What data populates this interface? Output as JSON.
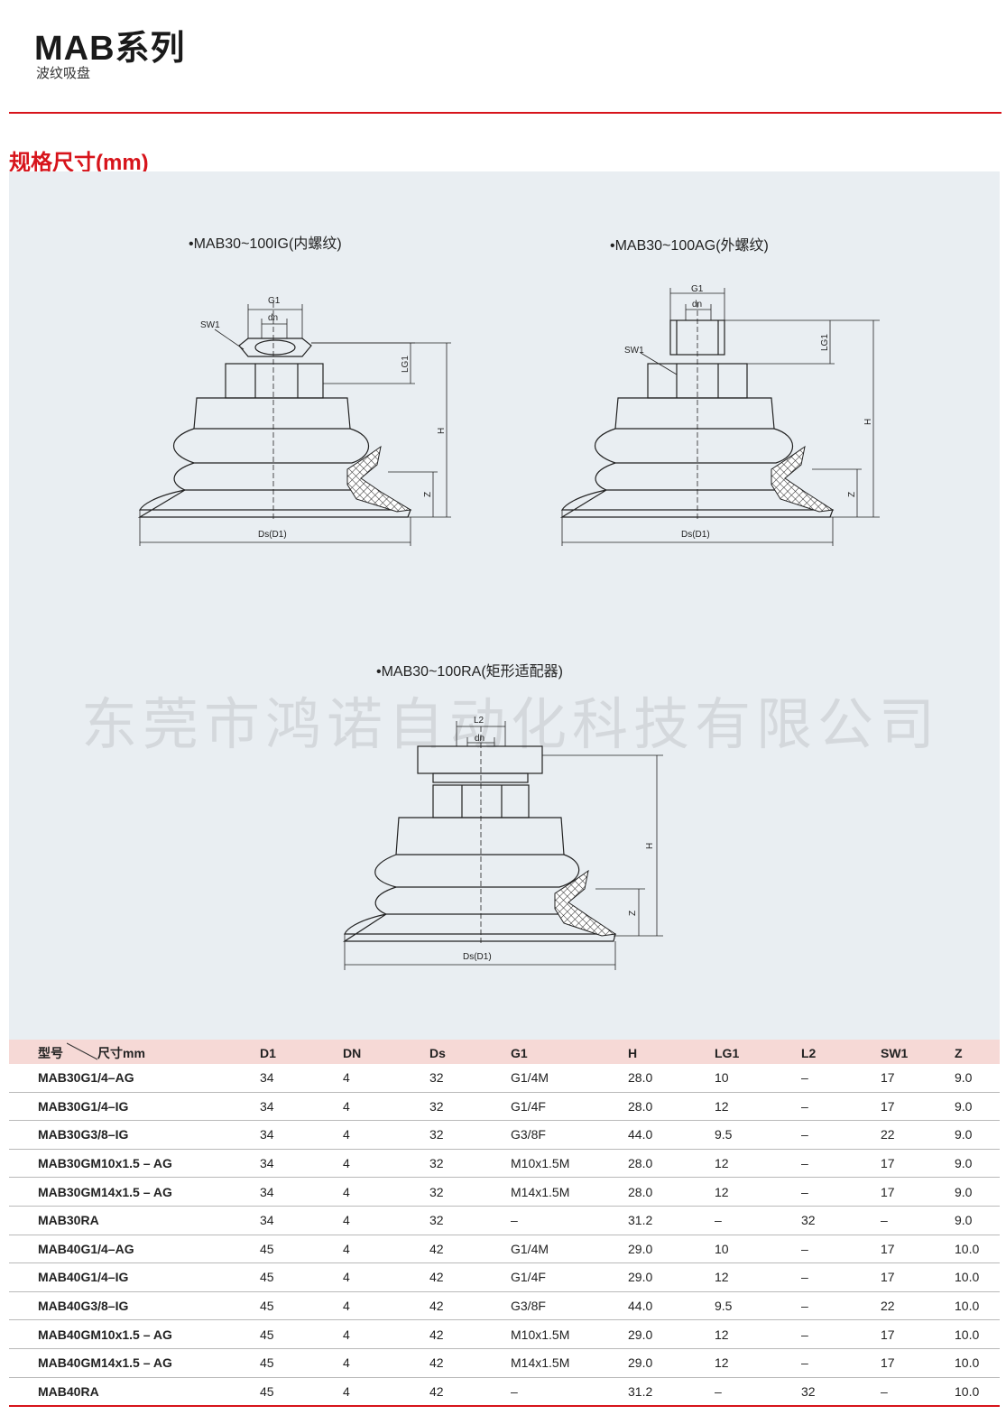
{
  "header": {
    "title": "MAB系列",
    "subtitle": "波纹吸盘"
  },
  "section_title": "规格尺寸(mm)",
  "diagrams": {
    "ig": {
      "caption": "•MAB30~100IG(内螺纹)",
      "labels": {
        "g1": "G1",
        "dn": "dn",
        "sw1": "SW1",
        "lg1": "LG1",
        "h": "H",
        "z": "Z",
        "ds": "Ds(D1)"
      }
    },
    "ag": {
      "caption": "•MAB30~100AG(外螺纹)",
      "labels": {
        "g1": "G1",
        "dn": "dn",
        "sw1": "SW1",
        "lg1": "LG1",
        "h": "H",
        "z": "Z",
        "ds": "Ds(D1)"
      }
    },
    "ra": {
      "caption": "•MAB30~100RA(矩形适配器)",
      "labels": {
        "l2": "L2",
        "dn": "dn",
        "h": "H",
        "z": "Z",
        "ds": "Ds(D1)"
      }
    }
  },
  "watermark": "东莞市鸿诺自动化科技有限公司",
  "table": {
    "header_model": "型号",
    "header_unit": "尺寸mm",
    "columns": [
      "D1",
      "DN",
      "Ds",
      "G1",
      "H",
      "LG1",
      "L2",
      "SW1",
      "Z"
    ],
    "rows": [
      [
        "MAB30G1/4–AG",
        "34",
        "4",
        "32",
        "G1/4M",
        "28.0",
        "10",
        "–",
        "17",
        "9.0"
      ],
      [
        "MAB30G1/4–IG",
        "34",
        "4",
        "32",
        "G1/4F",
        "28.0",
        "12",
        "–",
        "17",
        "9.0"
      ],
      [
        "MAB30G3/8–IG",
        "34",
        "4",
        "32",
        "G3/8F",
        "44.0",
        "9.5",
        "–",
        "22",
        "9.0"
      ],
      [
        "MAB30GM10x1.5 – AG",
        "34",
        "4",
        "32",
        "M10x1.5M",
        "28.0",
        "12",
        "–",
        "17",
        "9.0"
      ],
      [
        "MAB30GM14x1.5 – AG",
        "34",
        "4",
        "32",
        "M14x1.5M",
        "28.0",
        "12",
        "–",
        "17",
        "9.0"
      ],
      [
        "MAB30RA",
        "34",
        "4",
        "32",
        "–",
        "31.2",
        "–",
        "32",
        "–",
        "9.0"
      ],
      [
        "MAB40G1/4–AG",
        "45",
        "4",
        "42",
        "G1/4M",
        "29.0",
        "10",
        "–",
        "17",
        "10.0"
      ],
      [
        "MAB40G1/4–IG",
        "45",
        "4",
        "42",
        "G1/4F",
        "29.0",
        "12",
        "–",
        "17",
        "10.0"
      ],
      [
        "MAB40G3/8–IG",
        "45",
        "4",
        "42",
        "G3/8F",
        "44.0",
        "9.5",
        "–",
        "22",
        "10.0"
      ],
      [
        "MAB40GM10x1.5 – AG",
        "45",
        "4",
        "42",
        "M10x1.5M",
        "29.0",
        "12",
        "–",
        "17",
        "10.0"
      ],
      [
        "MAB40GM14x1.5 – AG",
        "45",
        "4",
        "42",
        "M14x1.5M",
        "29.0",
        "12",
        "–",
        "17",
        "10.0"
      ],
      [
        "MAB40RA",
        "45",
        "4",
        "42",
        "–",
        "31.2",
        "–",
        "32",
        "–",
        "10.0"
      ]
    ]
  },
  "colors": {
    "accent": "#d7141b",
    "header_row": "#f6d9d6",
    "drawing_bg": "#e9eef2"
  }
}
